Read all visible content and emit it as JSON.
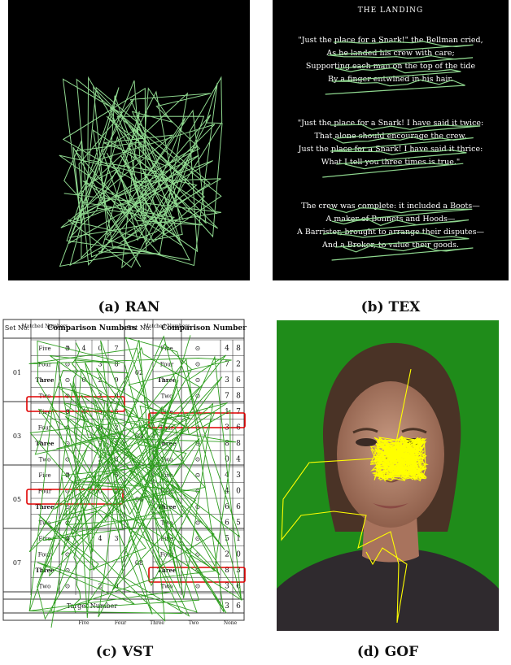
{
  "captions": {
    "ran": "(a) RAN",
    "tex": "(b) TEX",
    "vst": "(c) VST",
    "gof": "(d) GOF"
  },
  "tex": {
    "title": "THE LANDING",
    "lines": [
      "\"Just the place for a Snark!\" the Bellman cried,",
      "As he landed his crew with care;",
      "Supporting each man on the top of the tide",
      "By a finger entwined in his hair.",
      "\"Just the place for a Snark! I have said it twice:",
      "That alone should encourage the crew.",
      "Just the place for a Snark! I have said it thrice:",
      "What I tell you three times is true.\"",
      "The crew was complete: it included a Boots—",
      "A maker of Bonnets and Hoods—",
      "A Barrister, brought to arrange their disputes—",
      "And a Broker, to value their goods."
    ]
  },
  "vst": {
    "headers": {
      "set_no": "Set No.",
      "matched": "Matched Numbers",
      "comparison": "Comparison Numbers"
    },
    "word_labels": [
      "Five",
      "Four",
      "Three",
      "Two"
    ],
    "sets_left": [
      "01",
      "03",
      "05",
      "07"
    ],
    "sets_right": [
      "02",
      "04",
      "06",
      "08"
    ],
    "target_label": "Target Number",
    "footer": [
      "Five",
      "Four",
      "Three",
      "Two",
      "None"
    ],
    "right_digits": [
      [
        "4",
        "8"
      ],
      [
        "7",
        "2"
      ],
      [
        "3",
        "6"
      ],
      [
        "7",
        "8"
      ],
      [
        "1",
        "7"
      ],
      [
        "3",
        "6"
      ],
      [
        "8",
        "8"
      ],
      [
        "0",
        "4"
      ],
      [
        "4",
        "3"
      ],
      [
        "4",
        "0"
      ],
      [
        "6",
        "6"
      ],
      [
        "6",
        "5"
      ],
      [
        "5",
        "1"
      ],
      [
        "2",
        "0"
      ],
      [
        "8",
        "3"
      ],
      [
        "3",
        "6"
      ]
    ],
    "left_digits": [
      [
        "3",
        "4",
        "0",
        "7"
      ],
      [
        "",
        "",
        "3",
        "8"
      ],
      [
        "",
        "0",
        "2",
        "9"
      ],
      [
        "",
        "",
        "3",
        "0"
      ],
      [
        "0",
        "4",
        "3",
        "6"
      ],
      [
        "",
        "",
        "8",
        "2"
      ],
      [
        "",
        "",
        "9",
        "5"
      ],
      [
        "",
        "",
        "2",
        "8"
      ],
      [
        "3",
        "",
        "",
        "5"
      ],
      [
        "",
        "",
        "0",
        "2"
      ],
      [
        "",
        "",
        "",
        ""
      ],
      [
        "",
        "",
        "",
        ""
      ],
      [
        "4",
        "",
        "4",
        "3"
      ],
      [
        "",
        "",
        "",
        ""
      ],
      [
        "",
        "",
        "",
        ""
      ],
      [
        "",
        "",
        "2",
        "0"
      ]
    ],
    "target_digits": [
      "3",
      "6"
    ]
  },
  "colors": {
    "ran_scan": "#8fd88f",
    "vst_scan": "#2e9e1e",
    "gof_scan": "#ffff00",
    "highlight_box": "#e00000",
    "gof_background": "#1f8c1a"
  }
}
